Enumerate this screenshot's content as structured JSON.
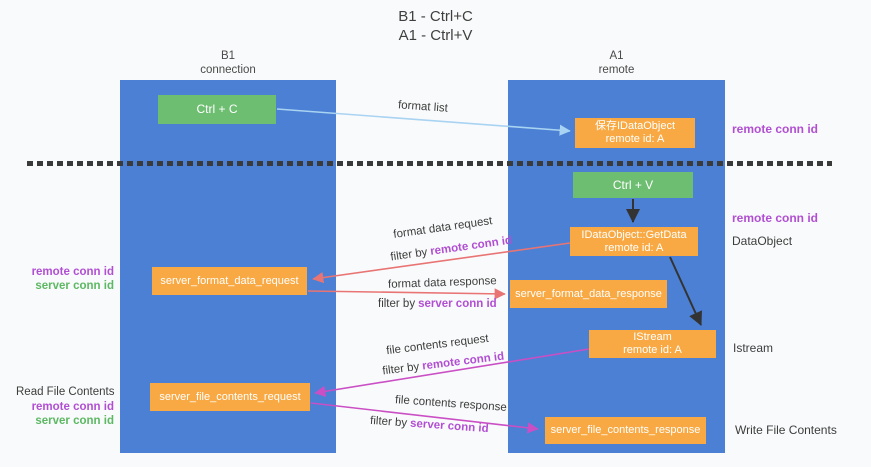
{
  "title": {
    "line1": "B1 - Ctrl+C",
    "line2": "A1 - Ctrl+V"
  },
  "columns": {
    "left": {
      "name": "B1",
      "role": "connection"
    },
    "right": {
      "name": "A1",
      "role": "remote"
    }
  },
  "nodes": {
    "ctrl_c": {
      "label": "Ctrl + C"
    },
    "saved_dataobject": {
      "line1": "保存IDataObject",
      "line2": "remote id: A"
    },
    "ctrl_v": {
      "label": "Ctrl + V"
    },
    "getdata": {
      "line1": "IDataObject::GetData",
      "line2": "remote id: A"
    },
    "server_format_data_request": {
      "label": "server_format_data_request"
    },
    "server_format_data_response": {
      "label": "server_format_data_response"
    },
    "istream": {
      "line1": "IStream",
      "line2": "remote id: A"
    },
    "server_file_contents_request": {
      "label": "server_file_contents_request"
    },
    "server_file_contents_response": {
      "label": "server_file_contents_response"
    }
  },
  "edges": {
    "format_list": {
      "label": "format list"
    },
    "format_data_request": {
      "label": "format data request",
      "filter_prefix": "filter by",
      "filter_key": "remote conn id"
    },
    "format_data_response": {
      "label": "format data response",
      "filter_prefix": "filter by",
      "filter_key": "server conn id"
    },
    "file_contents_request": {
      "label": "file contents request",
      "filter_prefix": "filter by",
      "filter_key": "remote conn id"
    },
    "file_contents_response": {
      "label": "file contents response",
      "filter_prefix": "filter by",
      "filter_key": "server conn id"
    }
  },
  "side_labels": {
    "right_top_remote_conn_id": "remote conn id",
    "right_mid_remote_conn_id": "remote conn id",
    "data_object": "DataObject",
    "istream": "Istream",
    "write_file_contents": "Write File Contents",
    "left_top_remote_conn_id": "remote conn id",
    "left_top_server_conn_id": "server conn id",
    "read_file_contents": "Read File Contents",
    "left_bottom_remote_conn_id": "remote conn id",
    "left_bottom_server_conn_id": "server conn id"
  },
  "colors": {
    "lane_blue": "#4b80d4",
    "node_orange": "#f8a943",
    "node_green": "#6ebe72",
    "arrow_light_blue": "#a9d3f2",
    "arrow_black": "#333333",
    "arrow_red": "#e97474",
    "arrow_magenta": "#ca4fc5",
    "label_purple": "#b14fd3",
    "label_green": "#5cb863"
  }
}
